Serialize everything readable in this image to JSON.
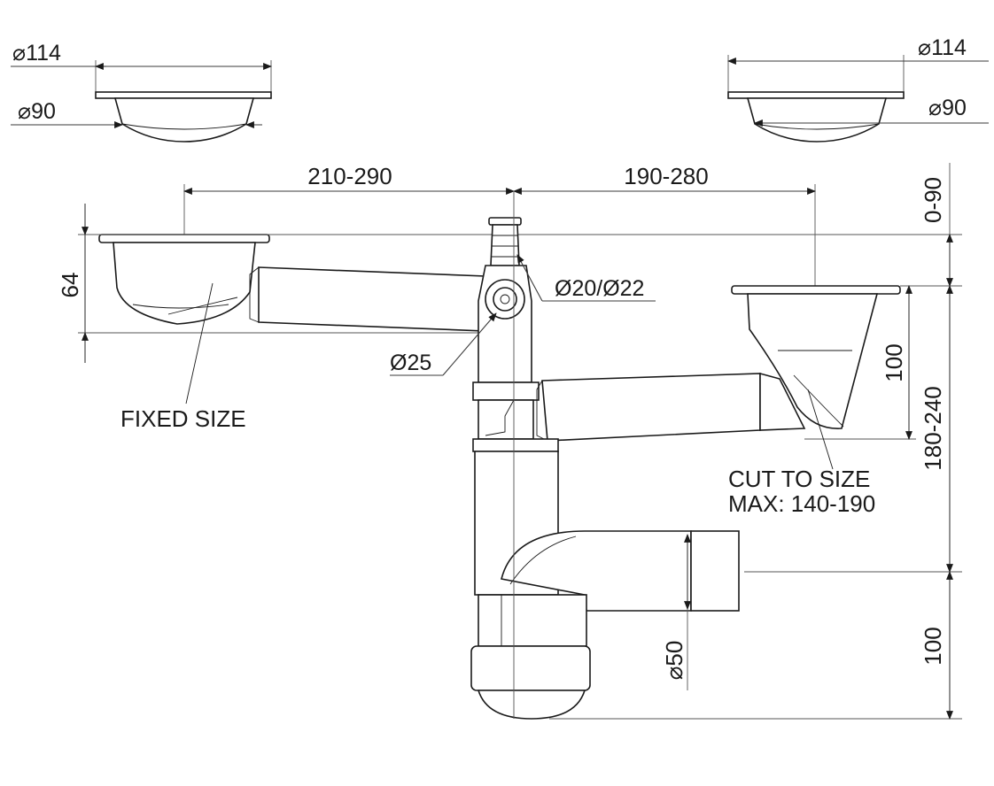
{
  "top_left": {
    "dia_outer": "114",
    "dia_inner": "90"
  },
  "top_right": {
    "dia_outer": "114",
    "dia_inner": "90"
  },
  "horizontal_dims": {
    "left_span": "210-290",
    "right_span": "190-280"
  },
  "vertical_dims": {
    "left_basin_height": "64",
    "offset_top": "0-90",
    "right_drop": "100",
    "overall": "180-240",
    "trap_bottom": "100"
  },
  "diameters": {
    "overflow": "Ø20/Ø22",
    "inlet": "Ø25",
    "outlet": "50",
    "dia_symbol": "⌀"
  },
  "notes": {
    "fixed": "FIXED SIZE",
    "cut_line1": "CUT TO SIZE",
    "cut_line2": "MAX: 140-190"
  }
}
